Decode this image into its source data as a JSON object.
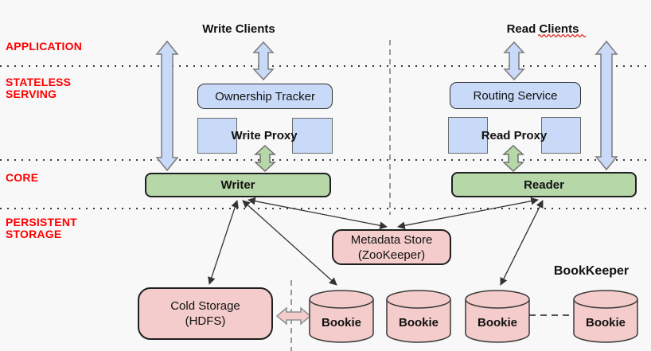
{
  "palette": {
    "background": "#f8f8f8",
    "blue_fill": "#c9daf8",
    "green_fill": "#b6d7a8",
    "pink_fill": "#f4cccc",
    "layer_label_red": "#ff0000",
    "connector_dark": "#333333"
  },
  "layers": {
    "application": "APPLICATION",
    "stateless_line1": "STATELESS",
    "stateless_line2": "SERVING",
    "core": "CORE",
    "persistent_line1": "PERSISTENT",
    "persistent_line2": "STORAGE"
  },
  "write_path": {
    "clients_label": "Write Clients",
    "ownership_tracker": "Ownership Tracker",
    "proxy_label": "Write Proxy",
    "writer_label": "Writer"
  },
  "read_path": {
    "clients_label": "Read Clients",
    "routing_service": "Routing Service",
    "proxy_label": "Read Proxy",
    "reader_label": "Reader"
  },
  "storage": {
    "metadata_line1": "Metadata Store",
    "metadata_line2": "(ZooKeeper)",
    "cold_line1": "Cold Storage",
    "cold_line2": "(HDFS)",
    "bookkeeper_label": "BookKeeper",
    "bookies": [
      "Bookie",
      "Bookie",
      "Bookie",
      "Bookie"
    ]
  }
}
